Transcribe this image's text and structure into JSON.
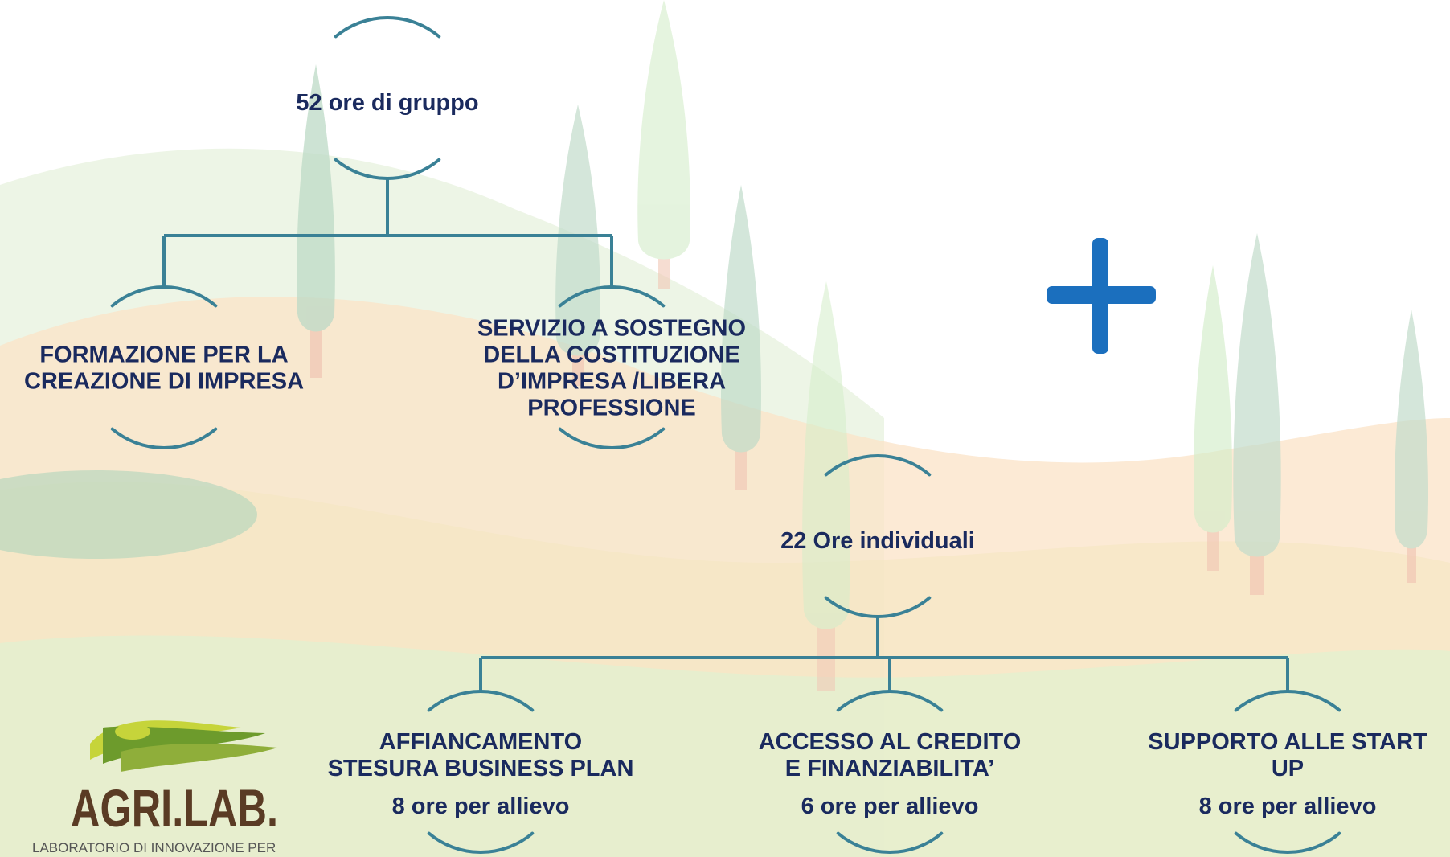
{
  "colors": {
    "connector": "#3a8196",
    "label": "#1a2a5e",
    "plus": "#1b6fbe",
    "tree_green": "#c8dfcc",
    "hill_peach": "#fbe3c7",
    "hill_green": "#cfe7c4",
    "logo_brown": "#5a3b24",
    "logo_green": "#6d9b2c",
    "logo_lime": "#c6d43a"
  },
  "icons": {
    "plus": "plus-icon",
    "logo": "agrilab-logo"
  },
  "top_group": {
    "root": {
      "lines": [
        "52 ore di gruppo"
      ]
    },
    "children": [
      {
        "lines": [
          "FORMAZIONE PER LA",
          "CREAZIONE DI IMPRESA"
        ]
      },
      {
        "lines": [
          "SERVIZIO A SOSTEGNO",
          "DELLA COSTITUZIONE",
          "D’IMPRESA /LIBERA",
          "PROFESSIONE"
        ]
      }
    ]
  },
  "bottom_group": {
    "root": {
      "lines": [
        "22 Ore individuali"
      ]
    },
    "children": [
      {
        "lines": [
          "AFFIANCAMENTO",
          "STESURA BUSINESS PLAN"
        ],
        "hours": "8 ore per allievo"
      },
      {
        "lines": [
          "ACCESSO AL CREDITO",
          "E FINANZIABILITA’"
        ],
        "hours": "6 ore per allievo"
      },
      {
        "lines": [
          "SUPPORTO ALLE START",
          "UP"
        ],
        "hours": "8 ore per allievo"
      }
    ]
  },
  "logo": {
    "brand": "AGRI.LAB.",
    "tagline": "LABORATORIO DI INNOVAZIONE PER"
  }
}
